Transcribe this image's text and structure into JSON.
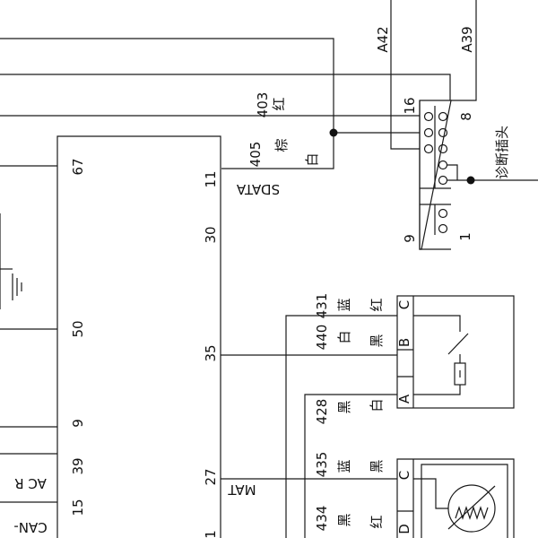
{
  "wires": {
    "a42": "A42",
    "a39": "A39",
    "w403": "403",
    "c403": "红",
    "w405": "405",
    "c405a": "棕",
    "c405b": "白",
    "w431": "431",
    "c431a": "蓝",
    "c431b": "红",
    "w440": "440",
    "c440a": "白",
    "c440b": "黑",
    "w428": "428",
    "c428a": "黑",
    "c428b": "白",
    "w435": "435",
    "c435a": "蓝",
    "c435b": "黑",
    "w434": "434",
    "c434a": "黑",
    "c434b": "红"
  },
  "ecu": {
    "pins": {
      "p67": "67",
      "p50": "50",
      "p9": "9",
      "p39": "39",
      "p15": "15",
      "p11": "11",
      "p30": "30",
      "p35": "35",
      "p27": "27",
      "p1": "1"
    },
    "sdata": "SDATA",
    "mat": "MAT",
    "ac_r": "AC R",
    "can": "CAN-"
  },
  "diag": {
    "pin16": "16",
    "pin8": "8",
    "pin9": "9",
    "pin1": "1",
    "label": "诊断插头"
  },
  "switch_box": {
    "pc": "C",
    "pb": "B",
    "pa": "A"
  },
  "sensor_box": {
    "pc": "C",
    "pd": "D"
  }
}
